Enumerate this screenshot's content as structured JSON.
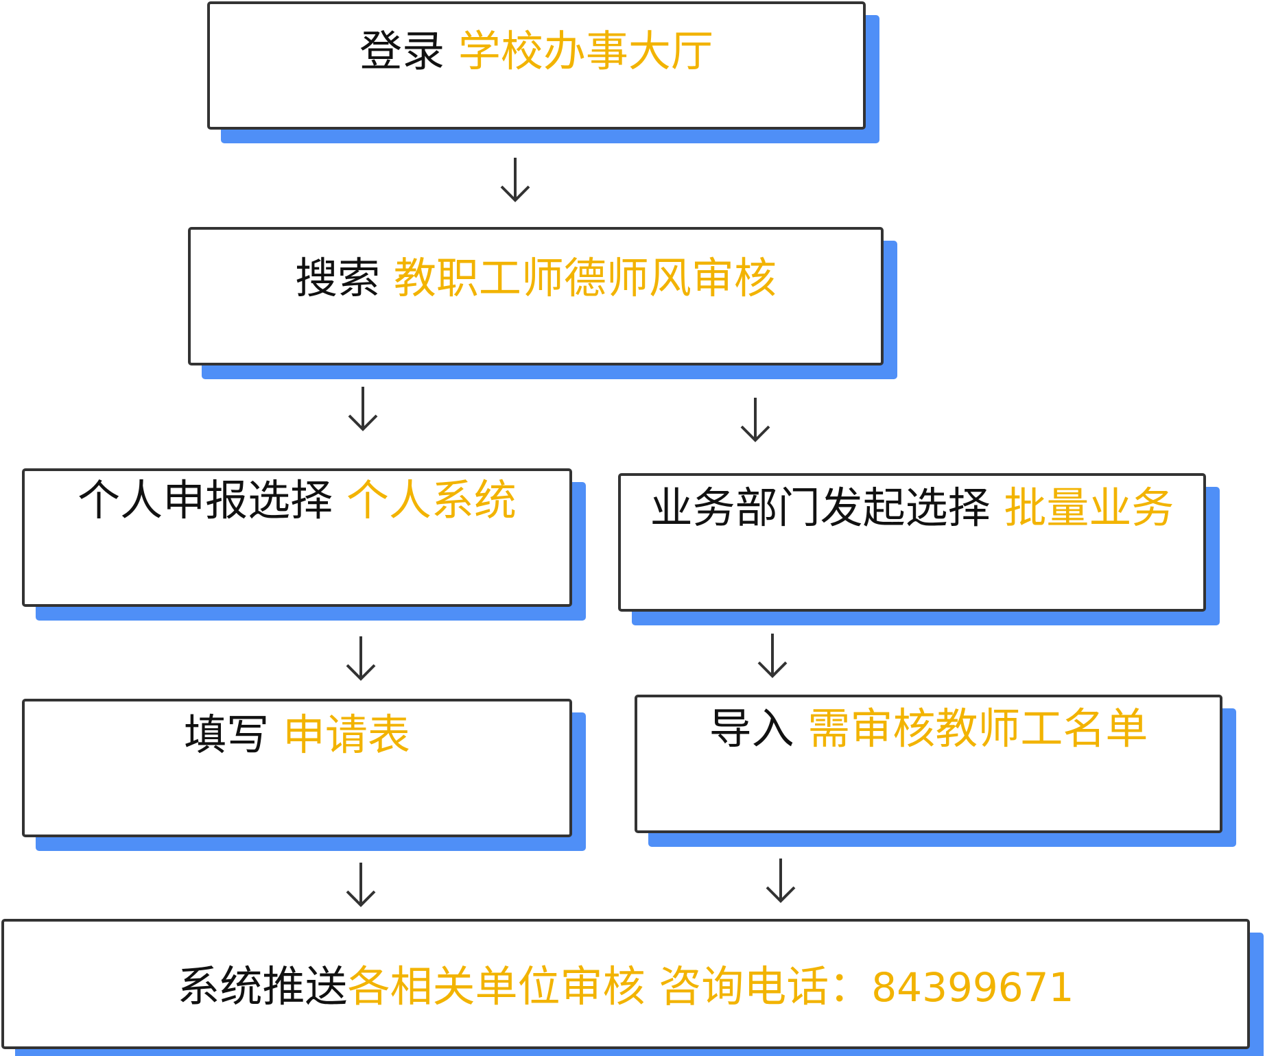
{
  "colors": {
    "highlight": "#f2b300",
    "shadow": "#4f8ff7",
    "border": "#333333",
    "text": "#111111"
  },
  "steps": {
    "login": {
      "action": "登录 ",
      "target": "学校办事大厅"
    },
    "search": {
      "action": "搜索 ",
      "target": "教职工师德师风审核"
    },
    "personal": {
      "action": "个人申报选择 ",
      "target": "个人系统"
    },
    "batch": {
      "action": "业务部门发起选择 ",
      "target": "批量业务"
    },
    "fill": {
      "action": "填写 ",
      "target": "申请表"
    },
    "import": {
      "action": "导入 ",
      "target": "需审核教师工名单"
    },
    "push": {
      "action": "系统推送",
      "target": "各相关单位审核",
      "contact_label": " 咨询电话：",
      "phone": "84399671"
    }
  }
}
